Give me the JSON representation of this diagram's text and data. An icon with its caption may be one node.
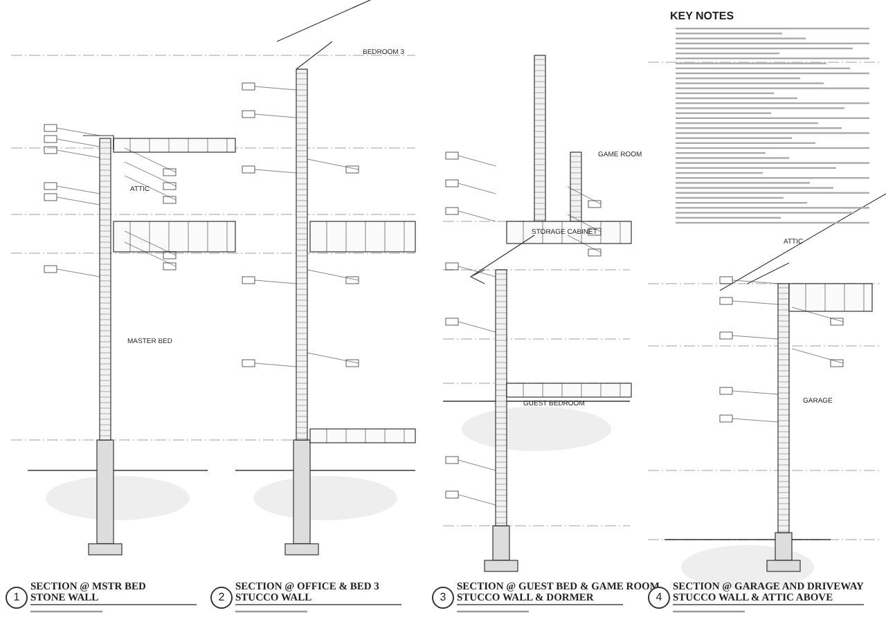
{
  "diagram": {
    "labels": [
      "KEY NOTES",
      "BEDROOM 3",
      "GAME ROOM",
      "ATTIC",
      "STORAGE CABINET",
      "ATTIC",
      "MASTER BED",
      "GUEST BEDROOM",
      "GARAGE",
      "1",
      "SECTION @ MSTR BED",
      "STONE WALL",
      "2",
      "SECTION @ OFFICE & BED 3",
      "STUCCO WALL",
      "3",
      "SECTION @ GUEST BED & GAME ROOM",
      "STUCCO WALL & DORMER",
      "4",
      "SECTION @ GARAGE AND DRIVEWAY",
      "STUCCO WALL & ATTIC ABOVE"
    ]
  }
}
